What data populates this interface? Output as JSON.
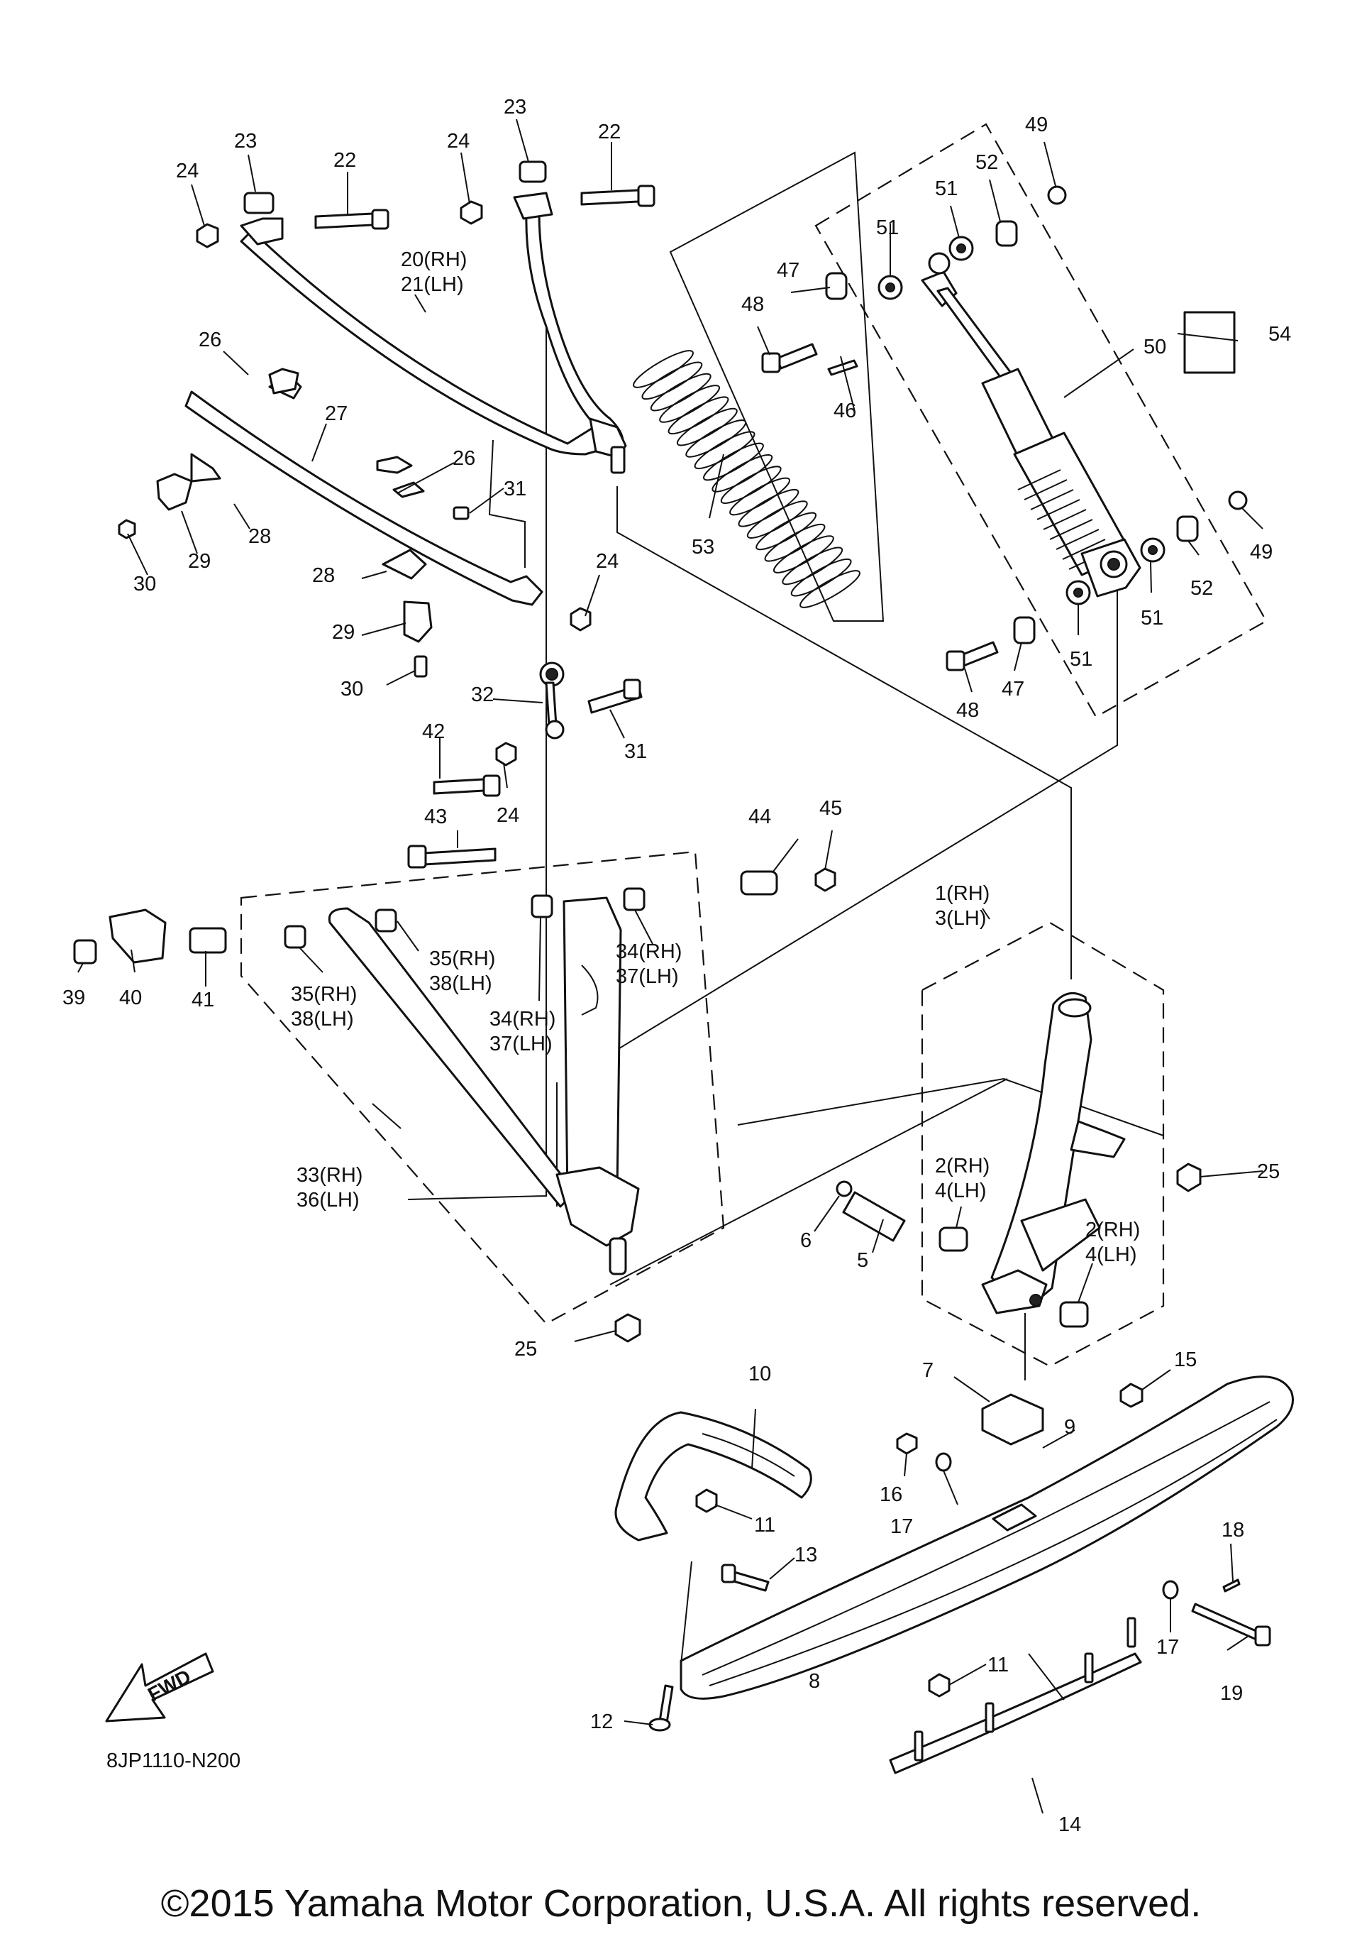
{
  "diagram": {
    "ref_code": "8JP1110-N200",
    "fwd_label": "FWD",
    "copyright": "©2015 Yamaha Motor Corporation, U.S.A. All rights reserved.",
    "callouts": [
      {
        "id": "c1",
        "text": "1(RH)"
      },
      {
        "id": "c1b",
        "text": "3(LH)"
      },
      {
        "id": "c2a",
        "text": "2(RH)"
      },
      {
        "id": "c2b",
        "text": "4(LH)"
      },
      {
        "id": "c2c",
        "text": "2(RH)"
      },
      {
        "id": "c2d",
        "text": "4(LH)"
      },
      {
        "id": "c5",
        "text": "5"
      },
      {
        "id": "c6",
        "text": "6"
      },
      {
        "id": "c7",
        "text": "7"
      },
      {
        "id": "c8",
        "text": "8"
      },
      {
        "id": "c9",
        "text": "9"
      },
      {
        "id": "c10",
        "text": "10"
      },
      {
        "id": "c11a",
        "text": "11"
      },
      {
        "id": "c11b",
        "text": "11"
      },
      {
        "id": "c12",
        "text": "12"
      },
      {
        "id": "c13",
        "text": "13"
      },
      {
        "id": "c14",
        "text": "14"
      },
      {
        "id": "c15",
        "text": "15"
      },
      {
        "id": "c16",
        "text": "16"
      },
      {
        "id": "c17a",
        "text": "17"
      },
      {
        "id": "c17b",
        "text": "17"
      },
      {
        "id": "c18",
        "text": "18"
      },
      {
        "id": "c19",
        "text": "19"
      },
      {
        "id": "c20",
        "text": "20(RH)"
      },
      {
        "id": "c21",
        "text": "21(LH)"
      },
      {
        "id": "c22a",
        "text": "22"
      },
      {
        "id": "c22b",
        "text": "22"
      },
      {
        "id": "c23a",
        "text": "23"
      },
      {
        "id": "c23b",
        "text": "23"
      },
      {
        "id": "c24a",
        "text": "24"
      },
      {
        "id": "c24b",
        "text": "24"
      },
      {
        "id": "c24c",
        "text": "24"
      },
      {
        "id": "c24d",
        "text": "24"
      },
      {
        "id": "c25a",
        "text": "25"
      },
      {
        "id": "c25b",
        "text": "25"
      },
      {
        "id": "c26a",
        "text": "26"
      },
      {
        "id": "c26b",
        "text": "26"
      },
      {
        "id": "c27",
        "text": "27"
      },
      {
        "id": "c28a",
        "text": "28"
      },
      {
        "id": "c28b",
        "text": "28"
      },
      {
        "id": "c29a",
        "text": "29"
      },
      {
        "id": "c29b",
        "text": "29"
      },
      {
        "id": "c30a",
        "text": "30"
      },
      {
        "id": "c30b",
        "text": "30"
      },
      {
        "id": "c31a",
        "text": "31"
      },
      {
        "id": "c31b",
        "text": "31"
      },
      {
        "id": "c32",
        "text": "32"
      },
      {
        "id": "c33",
        "text": "33(RH)"
      },
      {
        "id": "c36",
        "text": "36(LH)"
      },
      {
        "id": "c34a",
        "text": "34(RH)"
      },
      {
        "id": "c37a",
        "text": "37(LH)"
      },
      {
        "id": "c34b",
        "text": "34(RH)"
      },
      {
        "id": "c37b",
        "text": "37(LH)"
      },
      {
        "id": "c35a",
        "text": "35(RH)"
      },
      {
        "id": "c38a",
        "text": "38(LH)"
      },
      {
        "id": "c35b",
        "text": "35(RH)"
      },
      {
        "id": "c38b",
        "text": "38(LH)"
      },
      {
        "id": "c39",
        "text": "39"
      },
      {
        "id": "c40",
        "text": "40"
      },
      {
        "id": "c41",
        "text": "41"
      },
      {
        "id": "c42",
        "text": "42"
      },
      {
        "id": "c43",
        "text": "43"
      },
      {
        "id": "c44",
        "text": "44"
      },
      {
        "id": "c45",
        "text": "45"
      },
      {
        "id": "c46",
        "text": "46"
      },
      {
        "id": "c47a",
        "text": "47"
      },
      {
        "id": "c47b",
        "text": "47"
      },
      {
        "id": "c48a",
        "text": "48"
      },
      {
        "id": "c48b",
        "text": "48"
      },
      {
        "id": "c49a",
        "text": "49"
      },
      {
        "id": "c49b",
        "text": "49"
      },
      {
        "id": "c50",
        "text": "50"
      },
      {
        "id": "c51a",
        "text": "51"
      },
      {
        "id": "c51b",
        "text": "51"
      },
      {
        "id": "c51c",
        "text": "51"
      },
      {
        "id": "c51d",
        "text": "51"
      },
      {
        "id": "c52a",
        "text": "52"
      },
      {
        "id": "c52b",
        "text": "52"
      },
      {
        "id": "c53",
        "text": "53"
      },
      {
        "id": "c54",
        "text": "54"
      }
    ]
  }
}
